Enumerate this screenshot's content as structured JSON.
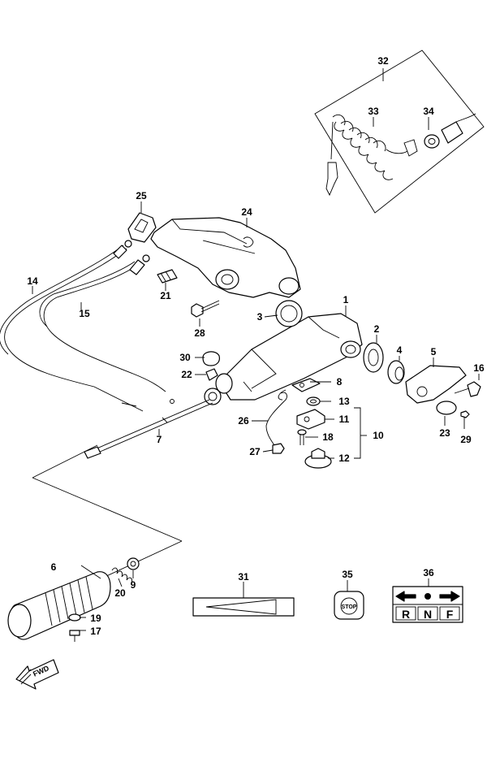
{
  "callouts": [
    {
      "id": "c1",
      "text": "1"
    },
    {
      "id": "c2",
      "text": "2"
    },
    {
      "id": "c3",
      "text": "3"
    },
    {
      "id": "c4",
      "text": "4"
    },
    {
      "id": "c5",
      "text": "5"
    },
    {
      "id": "c6",
      "text": "6"
    },
    {
      "id": "c7",
      "text": "7"
    },
    {
      "id": "c8",
      "text": "8"
    },
    {
      "id": "c9",
      "text": "9"
    },
    {
      "id": "c10",
      "text": "10"
    },
    {
      "id": "c11",
      "text": "11"
    },
    {
      "id": "c12",
      "text": "12"
    },
    {
      "id": "c13",
      "text": "13"
    },
    {
      "id": "c14",
      "text": "14"
    },
    {
      "id": "c15",
      "text": "15"
    },
    {
      "id": "c16",
      "text": "16"
    },
    {
      "id": "c17",
      "text": "17"
    },
    {
      "id": "c18",
      "text": "18"
    },
    {
      "id": "c19",
      "text": "19"
    },
    {
      "id": "c20",
      "text": "20"
    },
    {
      "id": "c21",
      "text": "21"
    },
    {
      "id": "c22",
      "text": "22"
    },
    {
      "id": "c23",
      "text": "23"
    },
    {
      "id": "c24",
      "text": "24"
    },
    {
      "id": "c25",
      "text": "25"
    },
    {
      "id": "c26",
      "text": "26"
    },
    {
      "id": "c27",
      "text": "27"
    },
    {
      "id": "c28",
      "text": "28"
    },
    {
      "id": "c29",
      "text": "29"
    },
    {
      "id": "c30",
      "text": "30"
    },
    {
      "id": "c31",
      "text": "31"
    },
    {
      "id": "c32",
      "text": "32"
    },
    {
      "id": "c33",
      "text": "33"
    },
    {
      "id": "c34",
      "text": "34"
    },
    {
      "id": "c35",
      "text": "35"
    },
    {
      "id": "c36",
      "text": "36"
    }
  ],
  "decals": {
    "stop": "STOP",
    "shift_r": "R",
    "shift_n": "N",
    "shift_f": "F"
  },
  "direction_arrow": "FWD"
}
